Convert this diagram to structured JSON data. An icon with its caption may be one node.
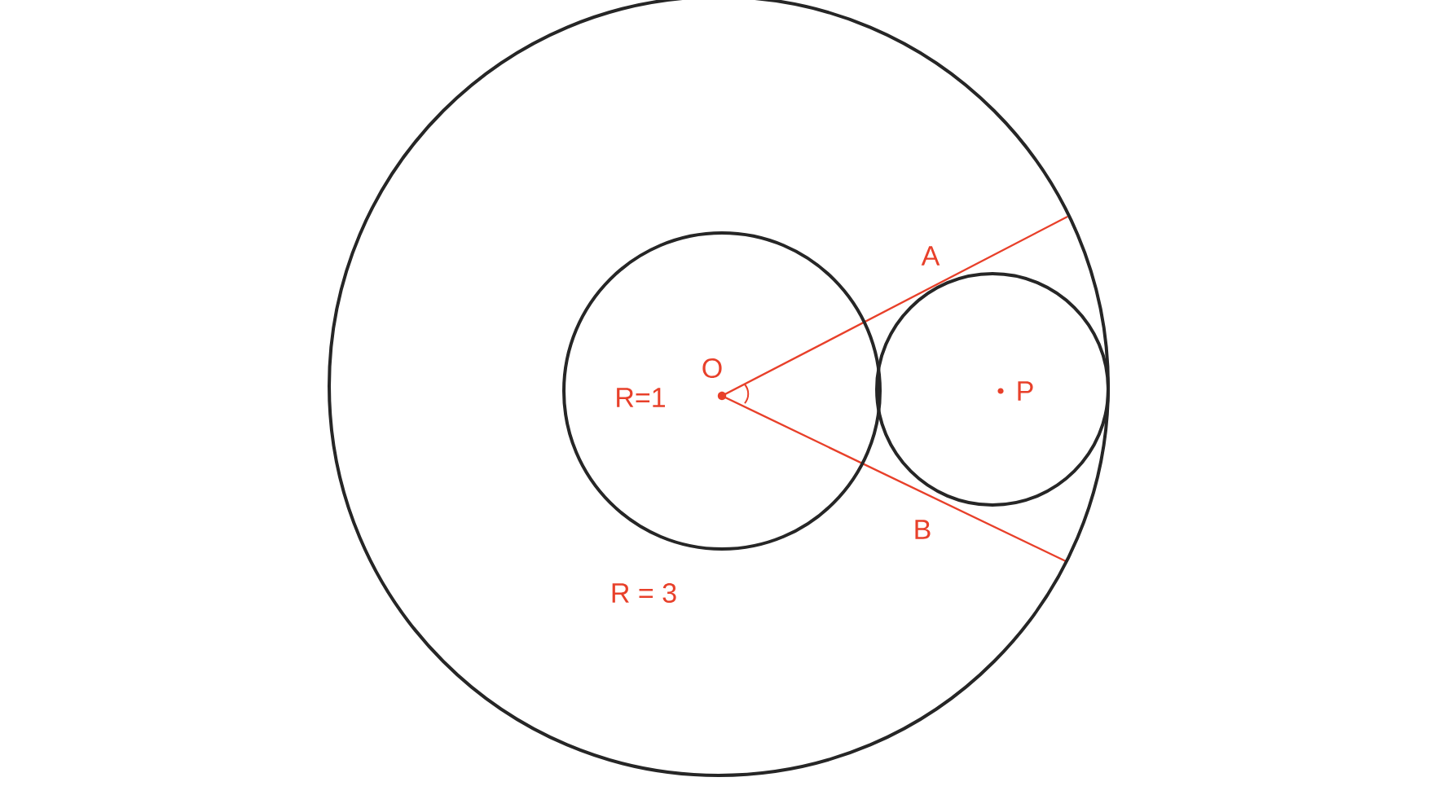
{
  "diagram": {
    "nodes": [
      {
        "text": [
          "R = 3"
        ]
      },
      {
        "text": [
          "O",
          "R=1"
        ],
        "in": 0
      },
      {
        "text": [
          "P"
        ],
        "in": 0
      }
    ],
    "labels": [
      "A",
      "B"
    ]
  }
}
